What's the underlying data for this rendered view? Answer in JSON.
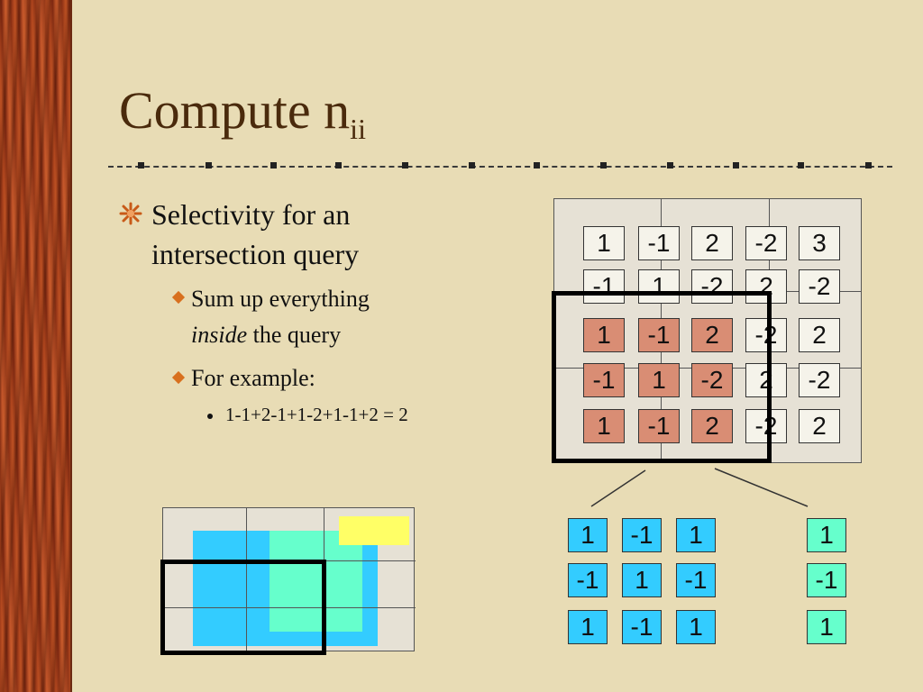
{
  "slide": {
    "title": "Compute n",
    "title_sub": "ii",
    "bullet_main": "Selectivity for an intersection query",
    "sub1_a": "Sum up everything",
    "sub1_italic": "inside",
    "sub1_b": " the query",
    "sub2": "For example:",
    "sub3": "1-1+2-1+1-2+1-1+2 = 2"
  },
  "matrix": [
    [
      "1",
      "-1",
      "2",
      "-2",
      "3"
    ],
    [
      "-1",
      "1",
      "-2",
      "2",
      "-2"
    ],
    [
      "1",
      "-1",
      "2",
      "-2",
      "2"
    ],
    [
      "-1",
      "1",
      "-2",
      "2",
      "-2"
    ],
    [
      "1",
      "-1",
      "2",
      "-2",
      "2"
    ]
  ],
  "blue_matrix": [
    [
      "1",
      "-1",
      "1"
    ],
    [
      "-1",
      "1",
      "-1"
    ],
    [
      "1",
      "-1",
      "1"
    ]
  ],
  "green_vector": [
    "1",
    "-1",
    "1"
  ],
  "colors": {
    "highlight": "#d98d74",
    "blue": "#33ccff",
    "green": "#66ffcc",
    "yellow": "#ffff66",
    "title": "#4a2a0c",
    "bullet_icon": "#d8701e"
  },
  "icons": [
    "star-bullet-icon",
    "diamond-bullet-icon",
    "dot-bullet-icon"
  ]
}
